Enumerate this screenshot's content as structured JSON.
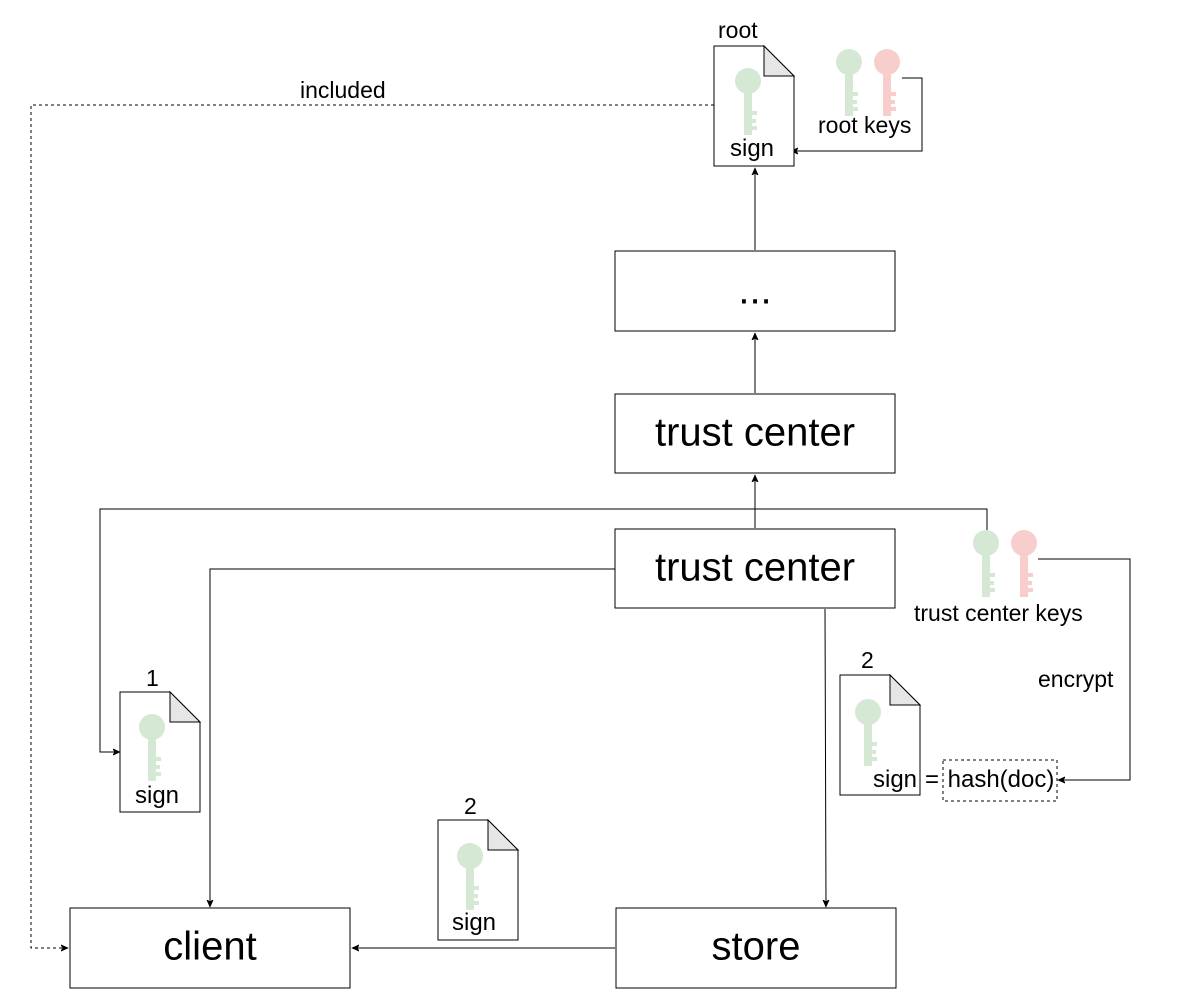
{
  "nodes": {
    "ellipsis": "...",
    "trust_center_upper": "trust center",
    "trust_center_main": "trust center",
    "client": "client",
    "store": "store"
  },
  "documents": {
    "root": {
      "heading": "root",
      "label": "sign"
    },
    "doc_1": {
      "heading": "1",
      "label": "sign"
    },
    "doc_store": {
      "heading": "2",
      "label": "sign"
    },
    "doc_right": {
      "heading": "2",
      "label": "sign"
    }
  },
  "labels": {
    "included": "included",
    "root_keys": "root keys",
    "trust_center_keys": "trust center keys",
    "encrypt": "encrypt",
    "equals": "=",
    "hash": "hash(doc)"
  },
  "colors": {
    "public_key": "#d5e8d4",
    "private_key": "#f8cecc",
    "stroke": "#000000",
    "document_fold": "#e6e6e6"
  },
  "icons": {
    "public_key": "key-icon",
    "private_key": "key-icon",
    "document": "document-icon"
  }
}
